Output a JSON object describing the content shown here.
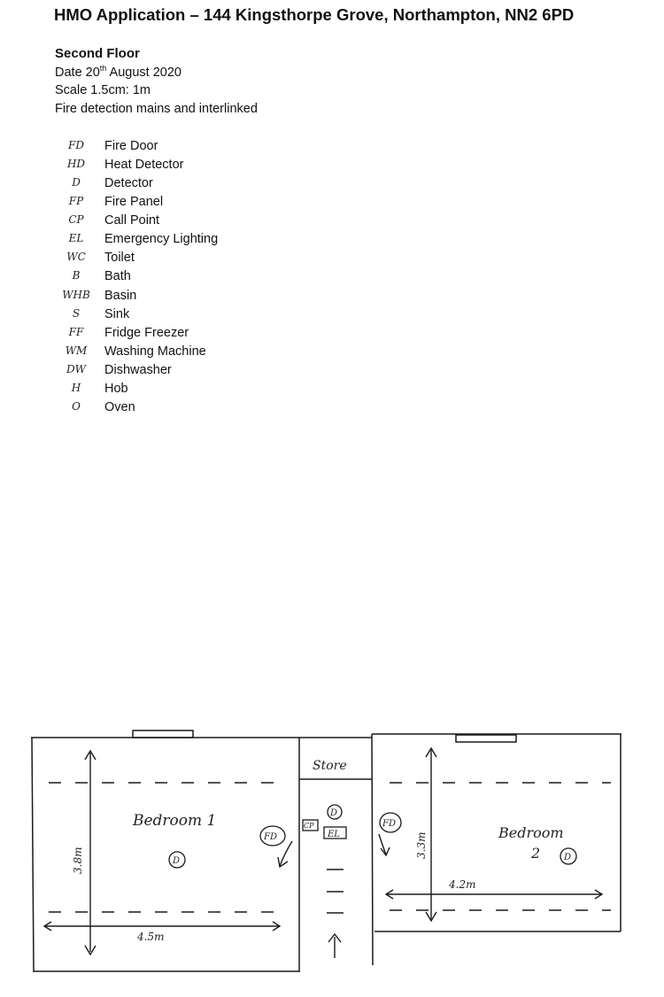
{
  "title": "HMO Application – 144 Kingsthorpe Grove, Northampton, NN2 6PD",
  "floor": "Second Floor",
  "date_prefix": "Date 20",
  "date_sup": "th",
  "date_suffix": " August 2020",
  "scale": "Scale 1.5cm: 1m",
  "detection_note": "Fire detection mains and interlinked",
  "legend": [
    {
      "code": "FD",
      "label": "Fire Door"
    },
    {
      "code": "HD",
      "label": "Heat Detector"
    },
    {
      "code": "D",
      "label": "Detector"
    },
    {
      "code": "FP",
      "label": "Fire Panel"
    },
    {
      "code": "CP",
      "label": "Call Point"
    },
    {
      "code": "EL",
      "label": "Emergency Lighting"
    },
    {
      "code": "WC",
      "label": "Toilet"
    },
    {
      "code": "B",
      "label": "Bath"
    },
    {
      "code": "WHB",
      "label": "Basin"
    },
    {
      "code": "S",
      "label": "Sink"
    },
    {
      "code": "FF",
      "label": "Fridge Freezer"
    },
    {
      "code": "WM",
      "label": "Washing Machine"
    },
    {
      "code": "DW",
      "label": "Dishwasher"
    },
    {
      "code": "H",
      "label": "Hob"
    },
    {
      "code": "O",
      "label": "Oven"
    }
  ],
  "plan": {
    "bedroom1": {
      "label": "Bedroom 1",
      "width": "4.5m",
      "depth": "3.8m",
      "detector": "D",
      "fire_door": "FD"
    },
    "store": {
      "label": "Store",
      "detector": "D",
      "call_point": "CP",
      "emergency_light": "EL"
    },
    "bedroom2": {
      "label": "Bedroom",
      "number": "2",
      "width": "4.2m",
      "depth": "3.3m",
      "detector": "D",
      "fire_door": "FD"
    }
  }
}
